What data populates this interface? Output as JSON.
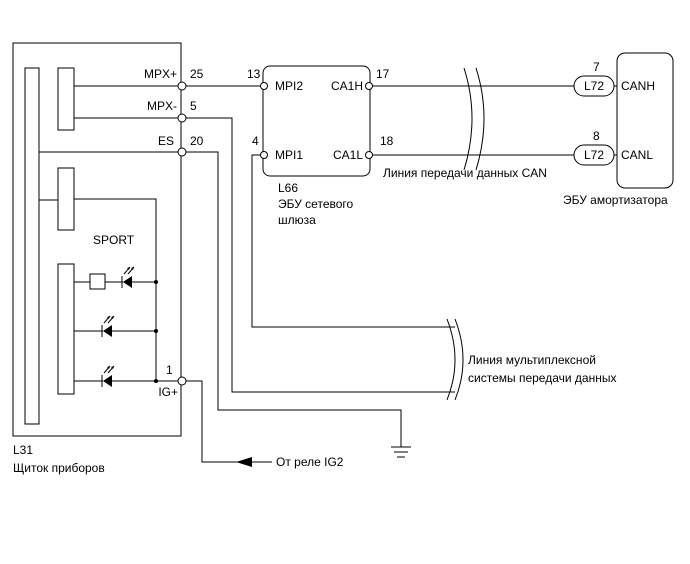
{
  "combination_meter": {
    "code": "L31",
    "name": "Щиток приборов",
    "pins": [
      {
        "num": "25",
        "label": "MPX+"
      },
      {
        "num": "5",
        "label": "MPX-"
      },
      {
        "num": "20",
        "label": "ES"
      },
      {
        "num": "1",
        "label": "IG+"
      }
    ],
    "sport_label": "SPORT"
  },
  "gateway": {
    "code": "L66",
    "name_line1": "ЭБУ сетевого",
    "name_line2": "шлюза",
    "pins": [
      {
        "num": "13",
        "label": "MPI2"
      },
      {
        "num": "4",
        "label": "MPI1"
      },
      {
        "num": "17",
        "label": "CA1H"
      },
      {
        "num": "18",
        "label": "CA1L"
      }
    ]
  },
  "absorber_ecu": {
    "name": "ЭБУ амортизатора",
    "pins": [
      {
        "num": "7",
        "connector": "L72",
        "label": "CANH"
      },
      {
        "num": "8",
        "connector": "L72",
        "label": "CANL"
      }
    ]
  },
  "labels": {
    "can_line": "Линия передачи данных CAN",
    "mpx_line1": "Линия мультиплексной",
    "mpx_line2": "системы передачи данных",
    "from_relay": "От реле IG2"
  }
}
